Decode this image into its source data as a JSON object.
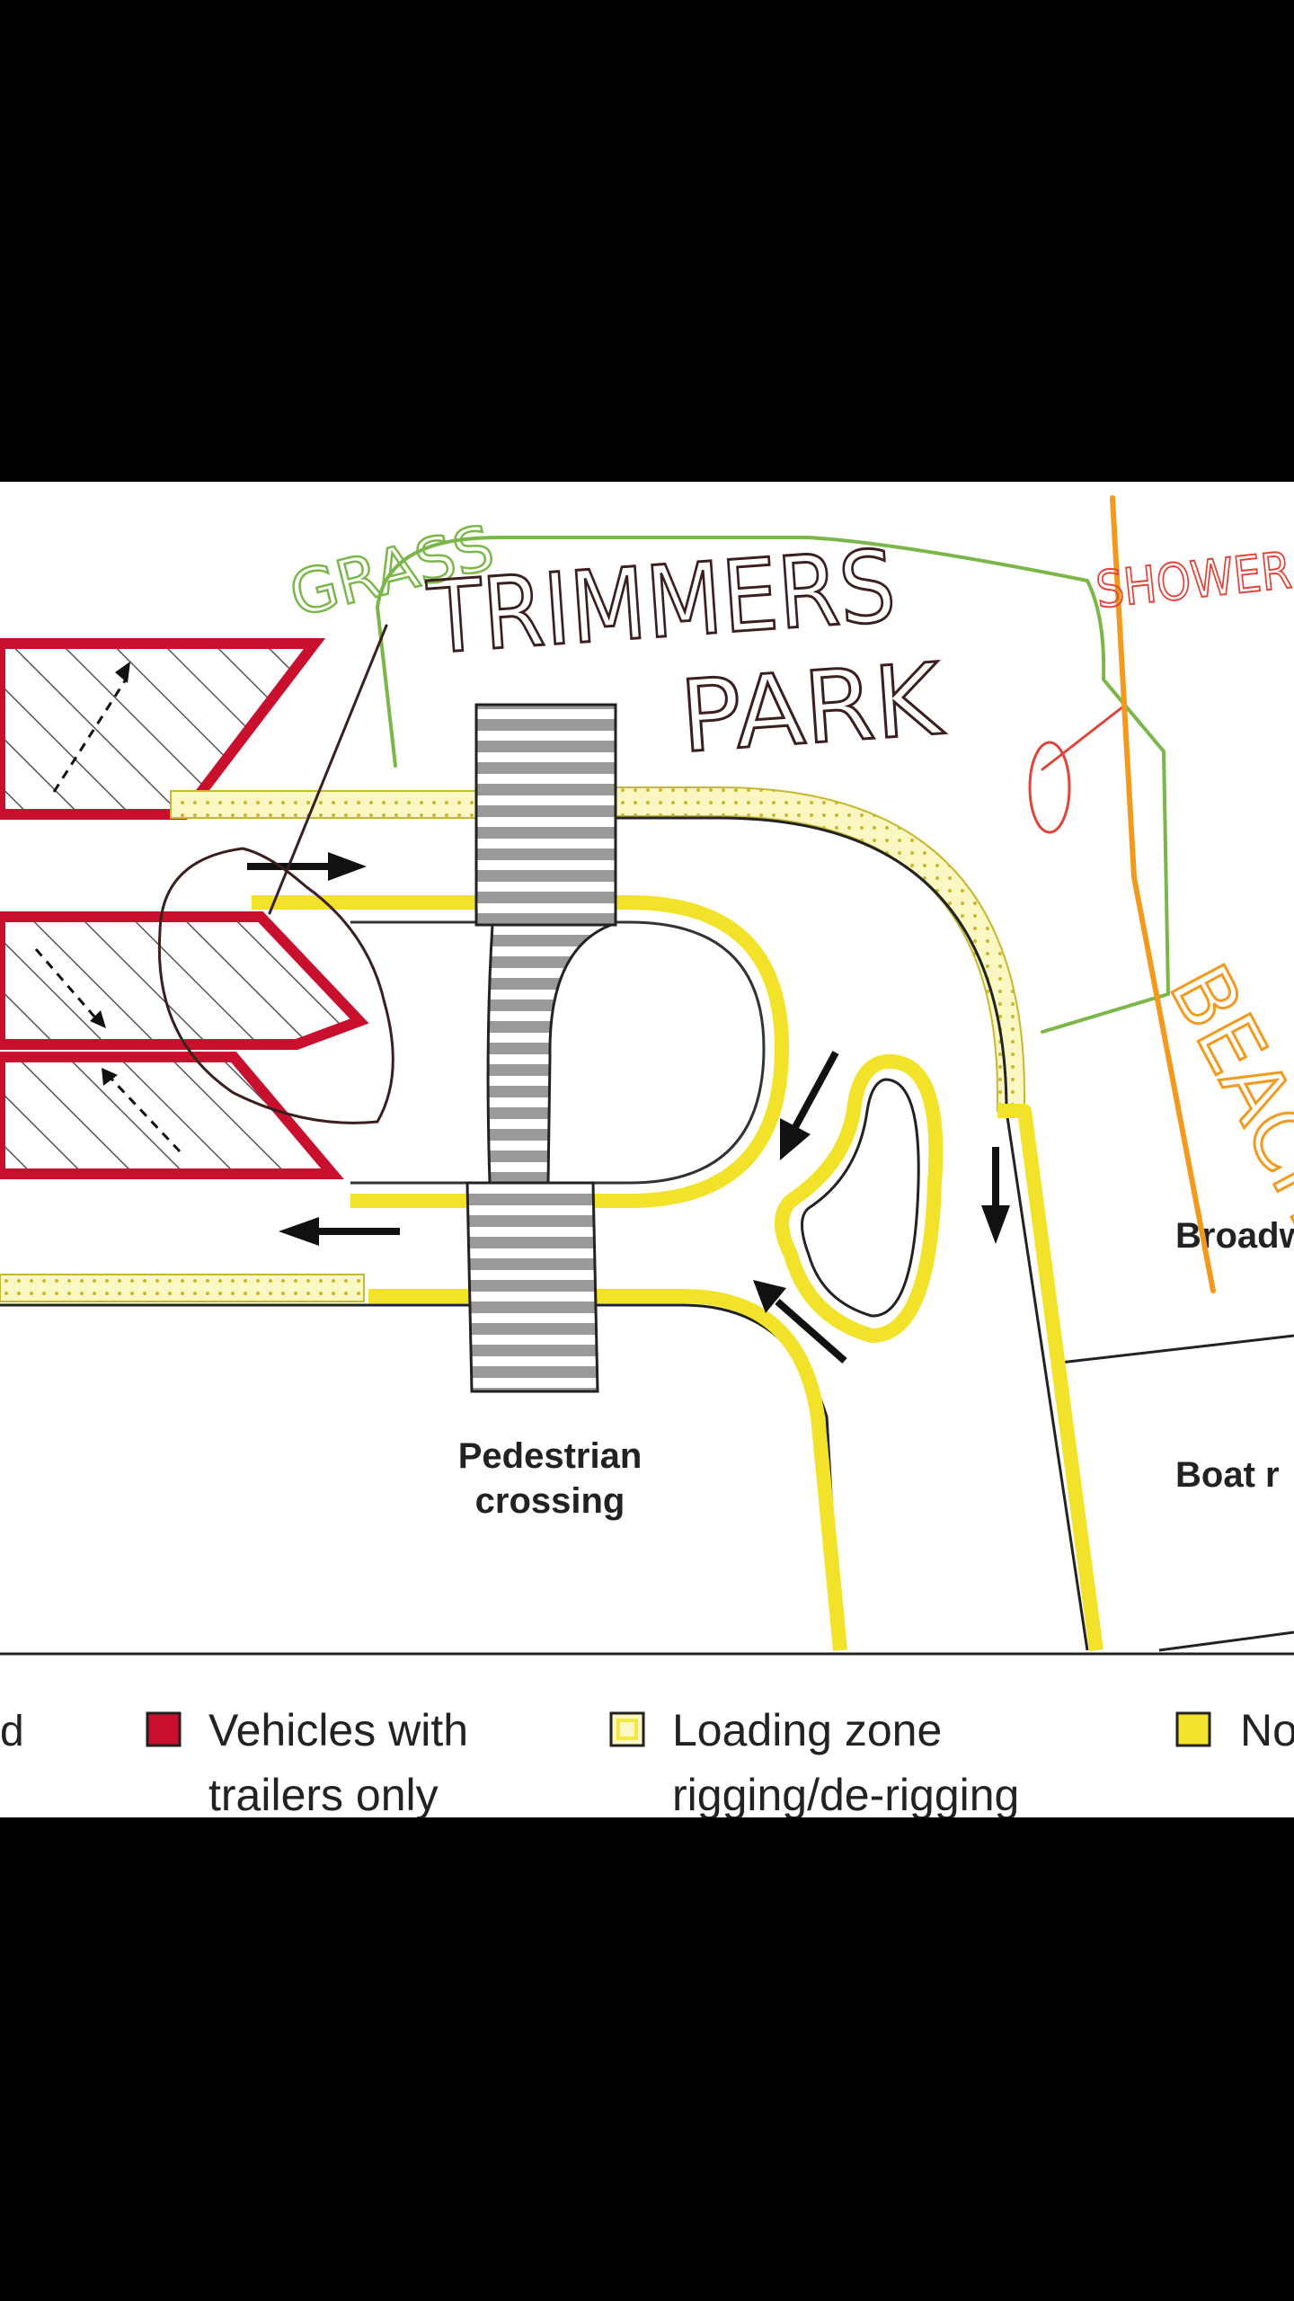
{
  "map": {
    "labels": {
      "pedestrian_line1": "Pedestrian",
      "pedestrian_line2": "crossing",
      "broadway": "Broadw",
      "boat_ramp": "Boat r"
    },
    "legend": {
      "partial_left": "d",
      "vehicles_line1": "Vehicles with",
      "vehicles_line2": "trailers only",
      "loading_line1": "Loading zone",
      "loading_line2": "rigging/de-rigging",
      "partial_right": "No"
    },
    "annotations": {
      "grass": "GRASS",
      "trimmers_line1": "TRIMMERS",
      "trimmers_line2": "PARK",
      "shower": "SHOWER",
      "beach": "BEACH"
    },
    "colors": {
      "trailer_red": "#c8102e",
      "loading_yellow": "#f5e642",
      "loading_fill": "#fbf7c2",
      "road_yellow": "#f2e22a",
      "crossing_gray": "#9a9a9a",
      "ink_brown": "#3b1f1f",
      "grass_green": "#7ab648",
      "shower_red": "#e0453a",
      "beach_orange": "#f39a1e"
    }
  }
}
